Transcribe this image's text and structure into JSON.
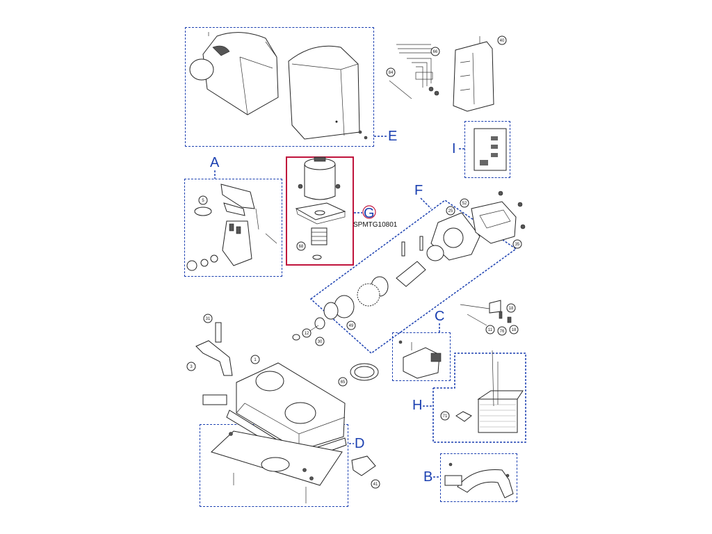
{
  "groups": {
    "a": {
      "letter": "A"
    },
    "b": {
      "letter": "B"
    },
    "c": {
      "letter": "C"
    },
    "d": {
      "letter": "D"
    },
    "e": {
      "letter": "E"
    },
    "f": {
      "letter": "F"
    },
    "g": {
      "letter": "G",
      "code": "SPMTG10801"
    },
    "h": {
      "letter": "H"
    },
    "i": {
      "letter": "I"
    }
  },
  "callouts": {
    "c66": "66",
    "c84": "84",
    "c40": "40",
    "c25": "25",
    "c52": "52",
    "c35": "35",
    "c5": "5",
    "c68": "68",
    "c49": "49",
    "c12": "12",
    "c30": "30",
    "c31": "31",
    "c3": "3",
    "c1": "1",
    "c65": "65",
    "c18a": "18",
    "c11": "11",
    "c76": "76",
    "c18b": "18",
    "c71": "71",
    "c41": "41"
  },
  "colors": {
    "group_border": "#1a3fb0",
    "highlight": "#c0143c",
    "circle_accent": "#1a3fb0"
  }
}
